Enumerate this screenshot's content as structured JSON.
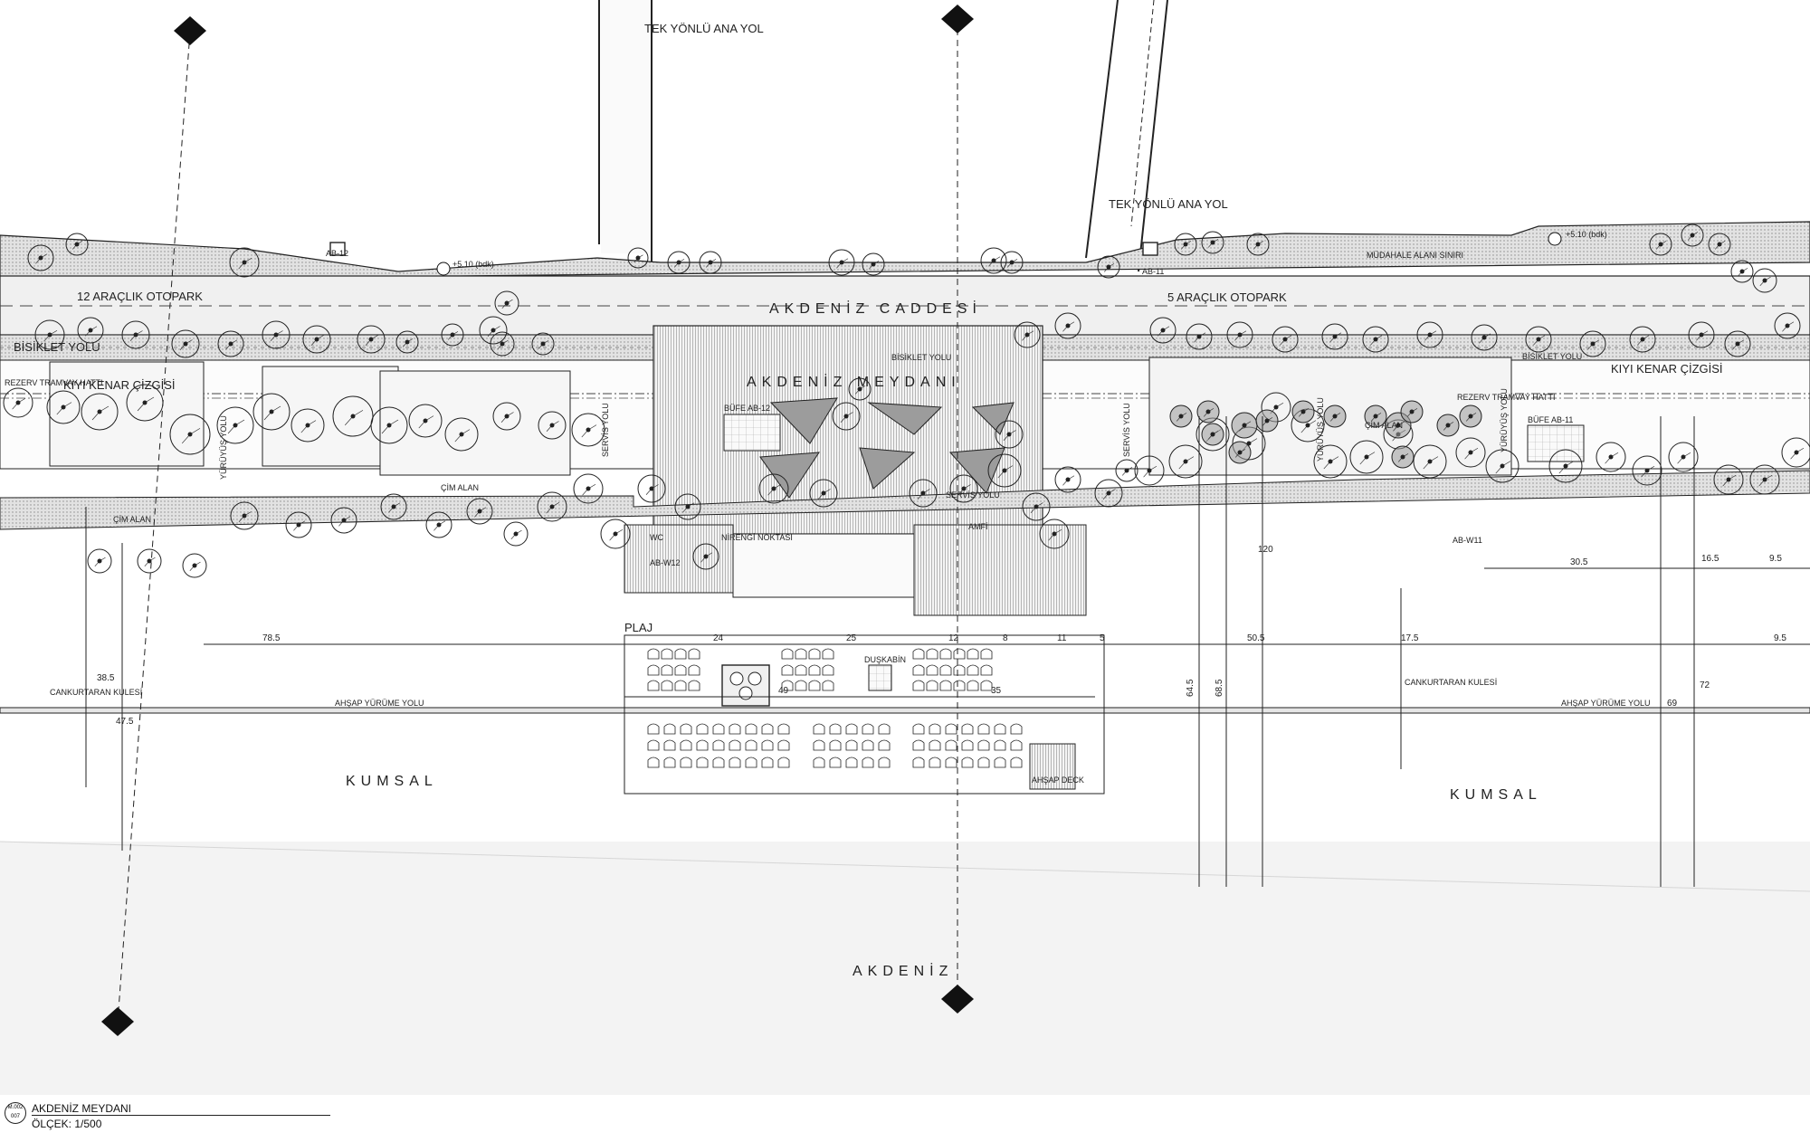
{
  "labels": {
    "road_top_left": "TEK YÖNLÜ ANA YOL",
    "road_top_right": "TEK YÖNLÜ ANA YOL",
    "street": "AKDENİZ CADDESİ",
    "square": "AKDENİZ MEYDANI",
    "parking_left": "12 ARAÇLIK OTOPARK",
    "parking_right": "5 ARAÇLIK OTOPARK",
    "bike_left": "BİSİKLET YOLU",
    "bike_center": "BİSİKLET YOLU",
    "bike_right": "BİSİKLET YOLU",
    "shoreline_left": "KIYI KENAR ÇİZGİSİ",
    "shoreline_right": "KIYI KENAR ÇİZGİSİ",
    "tram_left": "REZERV TRAMVAY HATTI",
    "tram_right": "REZERV TRAMVAY HATTI",
    "grass_left_1": "ÇİM ALAN",
    "grass_left_2": "ÇİM ALAN",
    "grass_right": "ÇİM ALAN",
    "walkway_left": "YÜRÜYÜŞ YOLU",
    "walkway_right_1": "YÜRÜYÜŞ YOLU",
    "walkway_right_2": "YÜRÜYÜŞ YOLU",
    "service_left": "SERVİS YOLU",
    "service_center": "SERVİS YOLU",
    "service_right": "SERVİS YOLU",
    "buffet_12": "BÜFE AB-12",
    "buffet_11": "BÜFE AB-11",
    "ab12": "AB-12",
    "ab11": "AB-11",
    "abw12": "AB-W12",
    "abw11": "AB-W11",
    "wc": "WC",
    "nirengi": "NİRENGİ NOKTASI",
    "amfi": "AMFİ",
    "level_left": "+5.10 (bdk)",
    "level_right": "+5.10 (bdk)",
    "mudahale": "MÜDAHALE ALANI SINIRI",
    "plaj": "PLAJ",
    "duskabin": "DUŞKABİN",
    "ahsap_left": "AHŞAP YÜRÜME YOLU",
    "ahsap_right": "AHŞAP YÜRÜME YOLU",
    "ahsap_deck": "AHŞAP DECK",
    "cankurtaran_left": "CANKURTARAN KULESİ",
    "cankurtaran_right": "CANKURTARAN KULESİ",
    "kumsal_left": "KUMSAL",
    "kumsal_right": "KUMSAL",
    "sea": "AKDENİZ"
  },
  "dimensions": [
    "78.5",
    "24",
    "25",
    "12",
    "8",
    "11",
    "5",
    "50.5",
    "17.5",
    "9.5",
    "30.5",
    "16.5",
    "9.5",
    "49",
    "35",
    "64.5",
    "68.5",
    "120",
    "69",
    "72",
    "47.5",
    "38.5"
  ],
  "title_block": {
    "sheet_top": "M.002",
    "sheet_bottom": "007",
    "title": "AKDENİZ MEYDANI",
    "scale": "ÖLÇEK: 1/500"
  },
  "colors": {
    "line": "#222222",
    "hatch": "#b8b8b8",
    "tree_fill": "#9a9a9a",
    "paper": "#ffffff"
  }
}
